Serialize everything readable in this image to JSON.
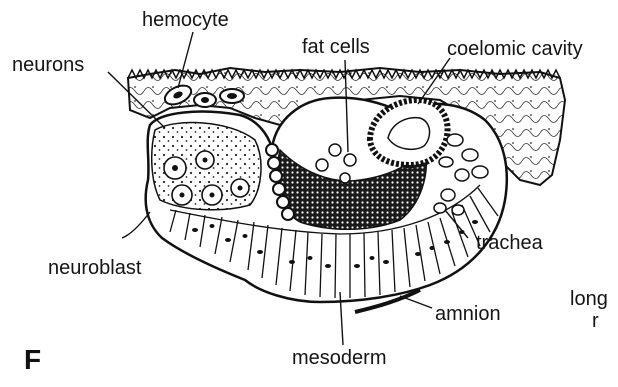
{
  "figure": {
    "panel_letter": "F",
    "labels": {
      "hemocyte": "hemocyte",
      "neurons": "neurons",
      "fat_cells": "fat cells",
      "coelomic_cavity": "coelomic cavity",
      "neuroblast": "neuroblast",
      "trachea": "trachea",
      "amnion": "amnion",
      "mesoderm": "mesoderm"
    },
    "cut_off_text": {
      "line1": "long",
      "line2": "r"
    }
  }
}
